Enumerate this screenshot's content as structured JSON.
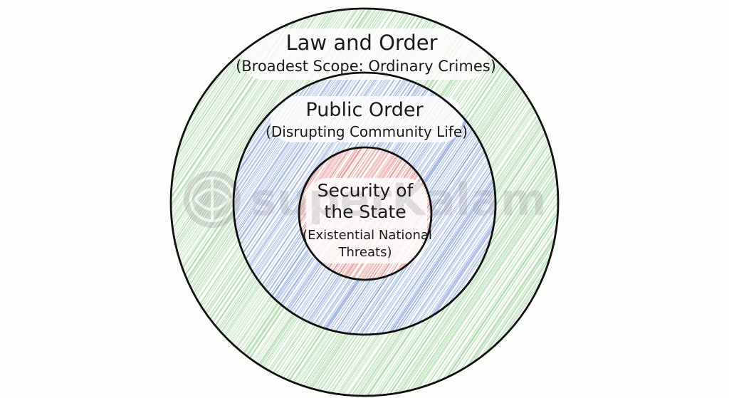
{
  "diagram": {
    "outer": {
      "title": "Law and Order",
      "subtitle": "(Broadest Scope: Ordinary Crimes)",
      "fill_color": "#6cc26c"
    },
    "middle": {
      "title": "Public Order",
      "subtitle": "(Disrupting Community Life)",
      "fill_color": "#5a7fd6"
    },
    "inner": {
      "title_line1": "Security of",
      "title_line2": "the State",
      "subtitle_line1": "(Existential National",
      "subtitle_line2": "Threats)",
      "fill_color": "#e06060"
    },
    "stroke_color": "#111111"
  },
  "watermark": {
    "text": "superKalam",
    "icon": "brain-logo-icon"
  }
}
